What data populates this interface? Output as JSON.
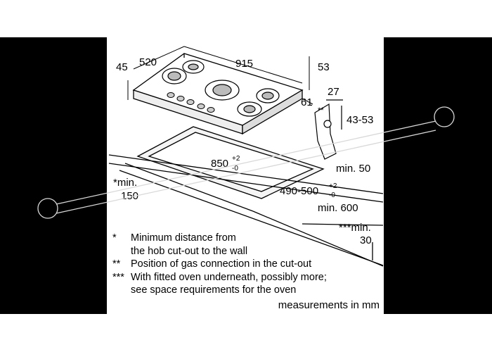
{
  "dimensions": {
    "hob_depth": "520",
    "hob_width": "915",
    "hob_height": "45",
    "top_clearance": "53",
    "side_depth": "61",
    "gas_offset": "27",
    "gas_range": "43-53",
    "cutout_width": "850",
    "cutout_width_tol_plus": "+2",
    "cutout_width_tol_minus": "-0",
    "cutout_depth": "490-500",
    "cutout_depth_tol_plus": "+2",
    "cutout_depth_tol_minus": "-0",
    "gas_marker": "**",
    "min_front": "min. 50",
    "min_wall_label": "*min.",
    "min_wall_value": "150",
    "min_worktop": "min. 600",
    "min_oven_label": "***min.",
    "min_oven_value": "30"
  },
  "legend": [
    {
      "key": "*",
      "text": "Minimum distance from\nthe hob cut-out to the wall"
    },
    {
      "key": "**",
      "text": "Position of gas connection in the cut-out"
    },
    {
      "key": "***",
      "text": "With fitted oven underneath, possibly more;\nsee space requirements for the oven"
    }
  ],
  "units_note": "measurements in mm",
  "colors": {
    "background": "#000000",
    "panel": "#ffffff",
    "line": "#000000"
  }
}
